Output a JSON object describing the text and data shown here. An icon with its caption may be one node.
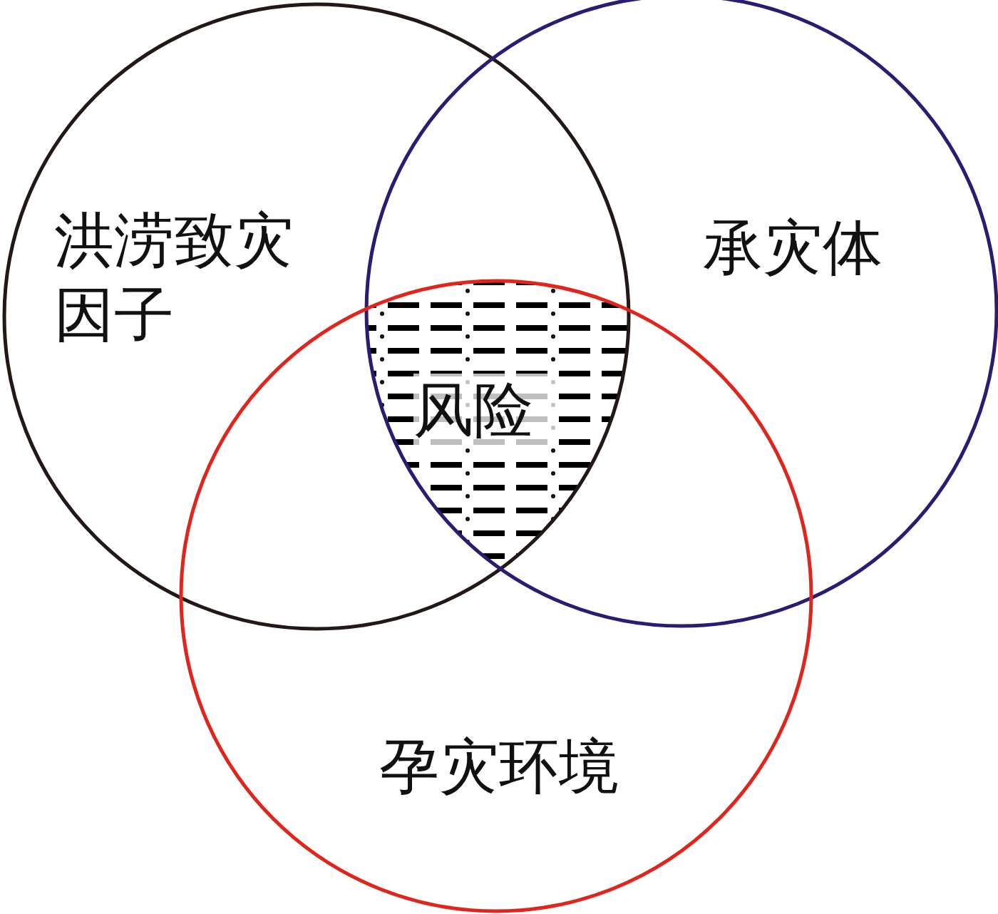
{
  "diagram": {
    "nodes": [
      {
        "text": [
          "洪涝致灾因子"
        ]
      },
      {
        "text": [
          "承灾体"
        ]
      },
      {
        "text": [
          "孕灾环境"
        ]
      },
      {
        "text": [
          "风险"
        ]
      }
    ]
  }
}
